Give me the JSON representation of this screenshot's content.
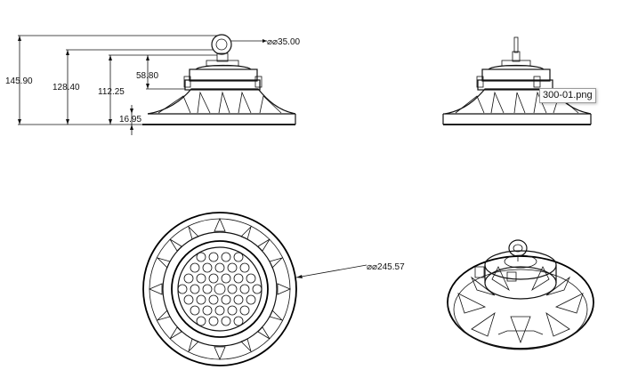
{
  "dimensions": {
    "eyebolt_dia": "⌀⌀35.00",
    "total_height": "145.90",
    "height_to_eye": "128.40",
    "height_to_driver": "112.25",
    "driver_height": "58.80",
    "base_height": "16.95",
    "body_dia": "⌀⌀245.57"
  },
  "tooltip": {
    "filename": "300-01.png"
  },
  "colors": {
    "line": "#111111",
    "background": "#ffffff"
  }
}
